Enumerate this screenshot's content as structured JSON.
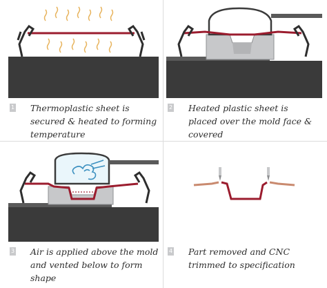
{
  "panels": [
    {
      "number": "1",
      "caption": "Thermoplastic sheet is secured & heated to forming temperature"
    },
    {
      "number": "2",
      "caption": "Heated plastic sheet is placed over the mold face & covered"
    },
    {
      "number": "3",
      "caption": "Air is applied above the mold and vented below to form shape"
    },
    {
      "number": "4",
      "caption": "Part removed and CNC trimmed to specification"
    }
  ],
  "colors": {
    "sheet": "#9b1c2e",
    "sheet_warm": "#c98a6f",
    "table": "#3a3a3a",
    "mold": "#c7c8ca",
    "mold_outline": "#8e8f91",
    "heat": "#e7b25a",
    "air": "#3a8fbf",
    "chamber_fill": "#eaf6fb",
    "clamp": "#2e2e2e"
  }
}
